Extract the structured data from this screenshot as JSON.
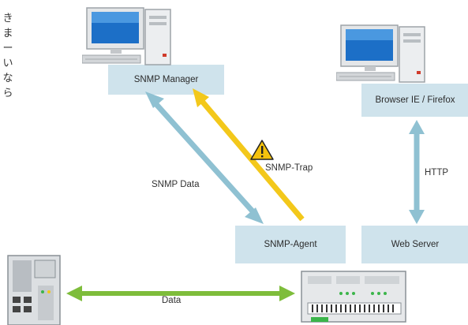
{
  "side_text": "き\nま\nー\nい\nな\nら",
  "nodes": {
    "snmp_manager": "SNMP Manager",
    "browser": "Browser IE / Firefox",
    "snmp_agent": "SNMP-Agent",
    "web_server": "Web Server"
  },
  "edges": {
    "snmp_data": "SNMP Data",
    "snmp_trap": "SNMP-Trap",
    "http": "HTTP",
    "data": "Data"
  },
  "colors": {
    "box_fill": "#cfe3ec",
    "data_arrow": "#8fc1d2",
    "trap_arrow": "#f3c81b",
    "link_arrow": "#7ebd3b",
    "warning": "#f4c20d"
  },
  "icons": [
    "computer-icon",
    "computer-icon",
    "warning-icon",
    "controller-device-icon",
    "io-module-icon"
  ]
}
